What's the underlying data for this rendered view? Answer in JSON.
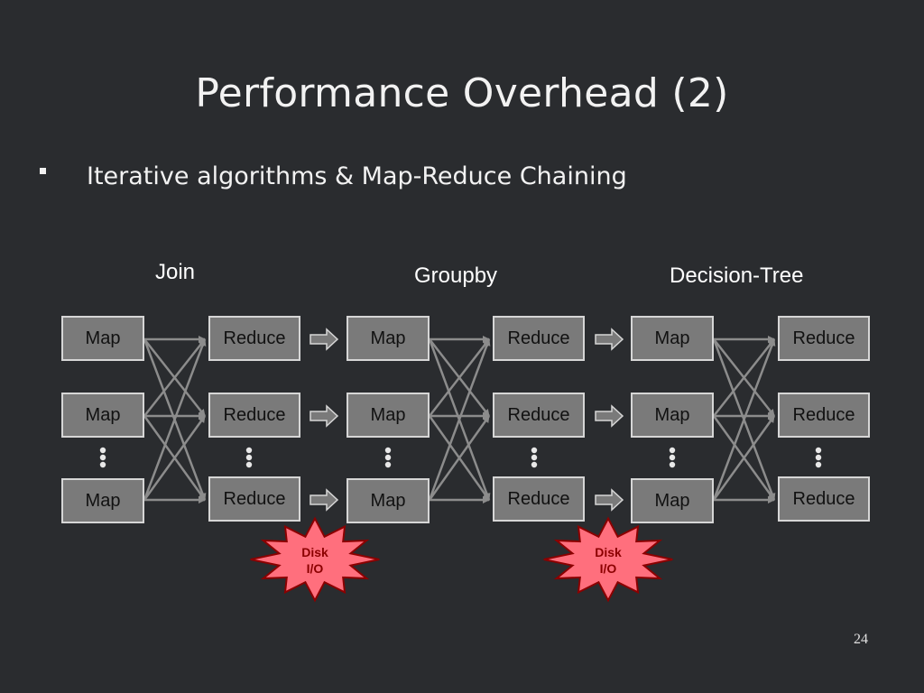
{
  "slide": {
    "title": "Performance Overhead (2)",
    "bullet": "Iterative algorithms & Map-Reduce Chaining",
    "page_number": "24"
  },
  "stages": [
    {
      "label": "Join",
      "map_label": "Map",
      "reduce_label": "Reduce"
    },
    {
      "label": "Groupby",
      "map_label": "Map",
      "reduce_label": "Reduce"
    },
    {
      "label": "Decision-Tree",
      "map_label": "Map",
      "reduce_label": "Reduce"
    }
  ],
  "disk_io": [
    {
      "line1": "Disk",
      "line2": "I/O"
    },
    {
      "line1": "Disk",
      "line2": "I/O"
    }
  ],
  "colors": {
    "background": "#2a2c2f",
    "node_fill": "#7a7a7a",
    "node_border": "#d6d6d6",
    "edge": "#8c8c8c",
    "disk_fill": "#ff6f7d",
    "disk_border": "#8b0000"
  }
}
